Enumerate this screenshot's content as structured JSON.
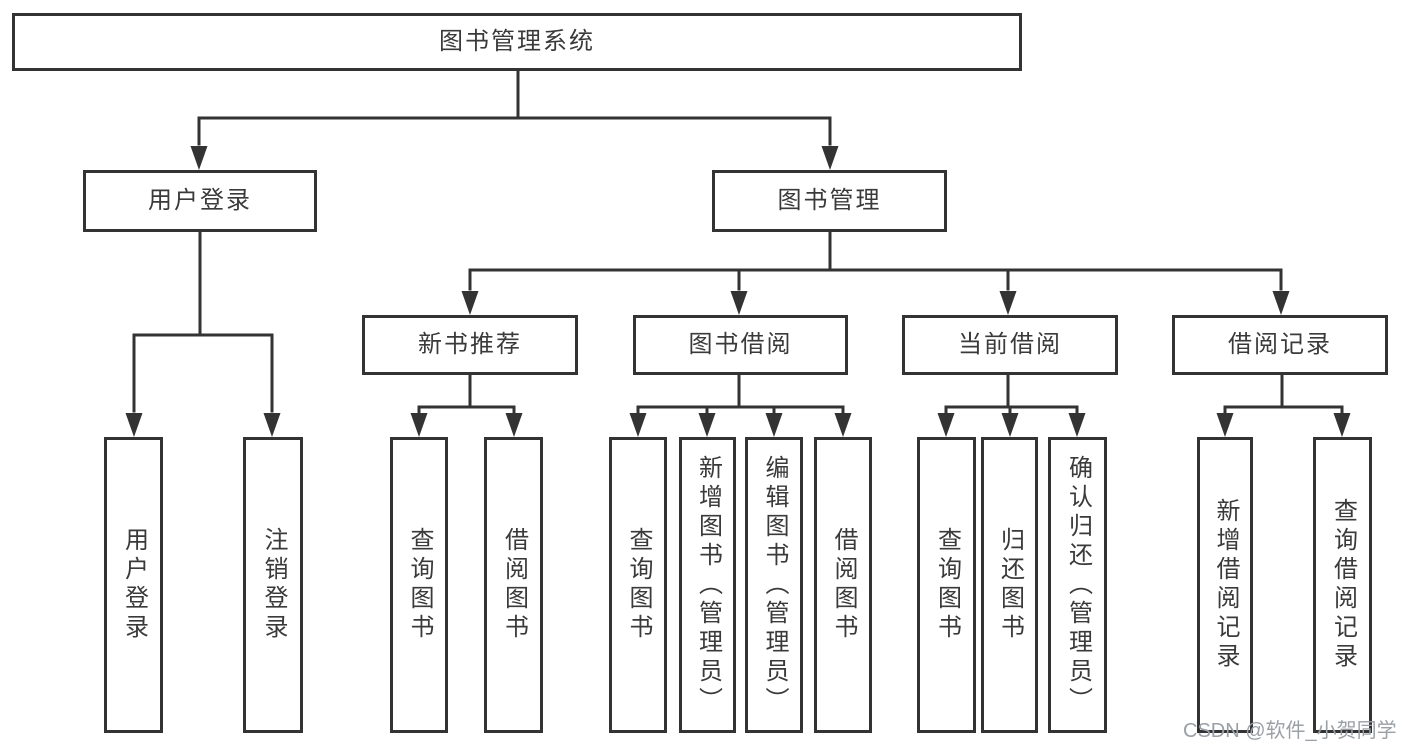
{
  "diagram": {
    "type": "hierarchy-functional-structure",
    "colors": {
      "line": "#333333",
      "node_border": "#333333",
      "node_text": "#3a3a3a",
      "background": "#ffffff",
      "watermark": "#9aa0a6"
    },
    "tree": {
      "label": "图书管理系统",
      "children": [
        {
          "label": "用户登录",
          "children": [
            {
              "label": "用户登录"
            },
            {
              "label": "注销登录"
            }
          ]
        },
        {
          "label": "图书管理",
          "children": [
            {
              "label": "新书推荐",
              "children": [
                {
                  "label": "查询图书"
                },
                {
                  "label": "借阅图书"
                }
              ]
            },
            {
              "label": "图书借阅",
              "children": [
                {
                  "label": "查询图书"
                },
                {
                  "label": "新增图书（管理员）"
                },
                {
                  "label": "编辑图书（管理员）"
                },
                {
                  "label": "借阅图书"
                }
              ]
            },
            {
              "label": "当前借阅",
              "children": [
                {
                  "label": "查询图书"
                },
                {
                  "label": "归还图书"
                },
                {
                  "label": "确认归还（管理员）"
                }
              ]
            },
            {
              "label": "借阅记录",
              "children": [
                {
                  "label": "新增借阅记录"
                },
                {
                  "label": "查询借阅记录"
                }
              ]
            }
          ]
        }
      ]
    }
  },
  "watermark": {
    "text": "CSDN @软件_小贺同学"
  }
}
